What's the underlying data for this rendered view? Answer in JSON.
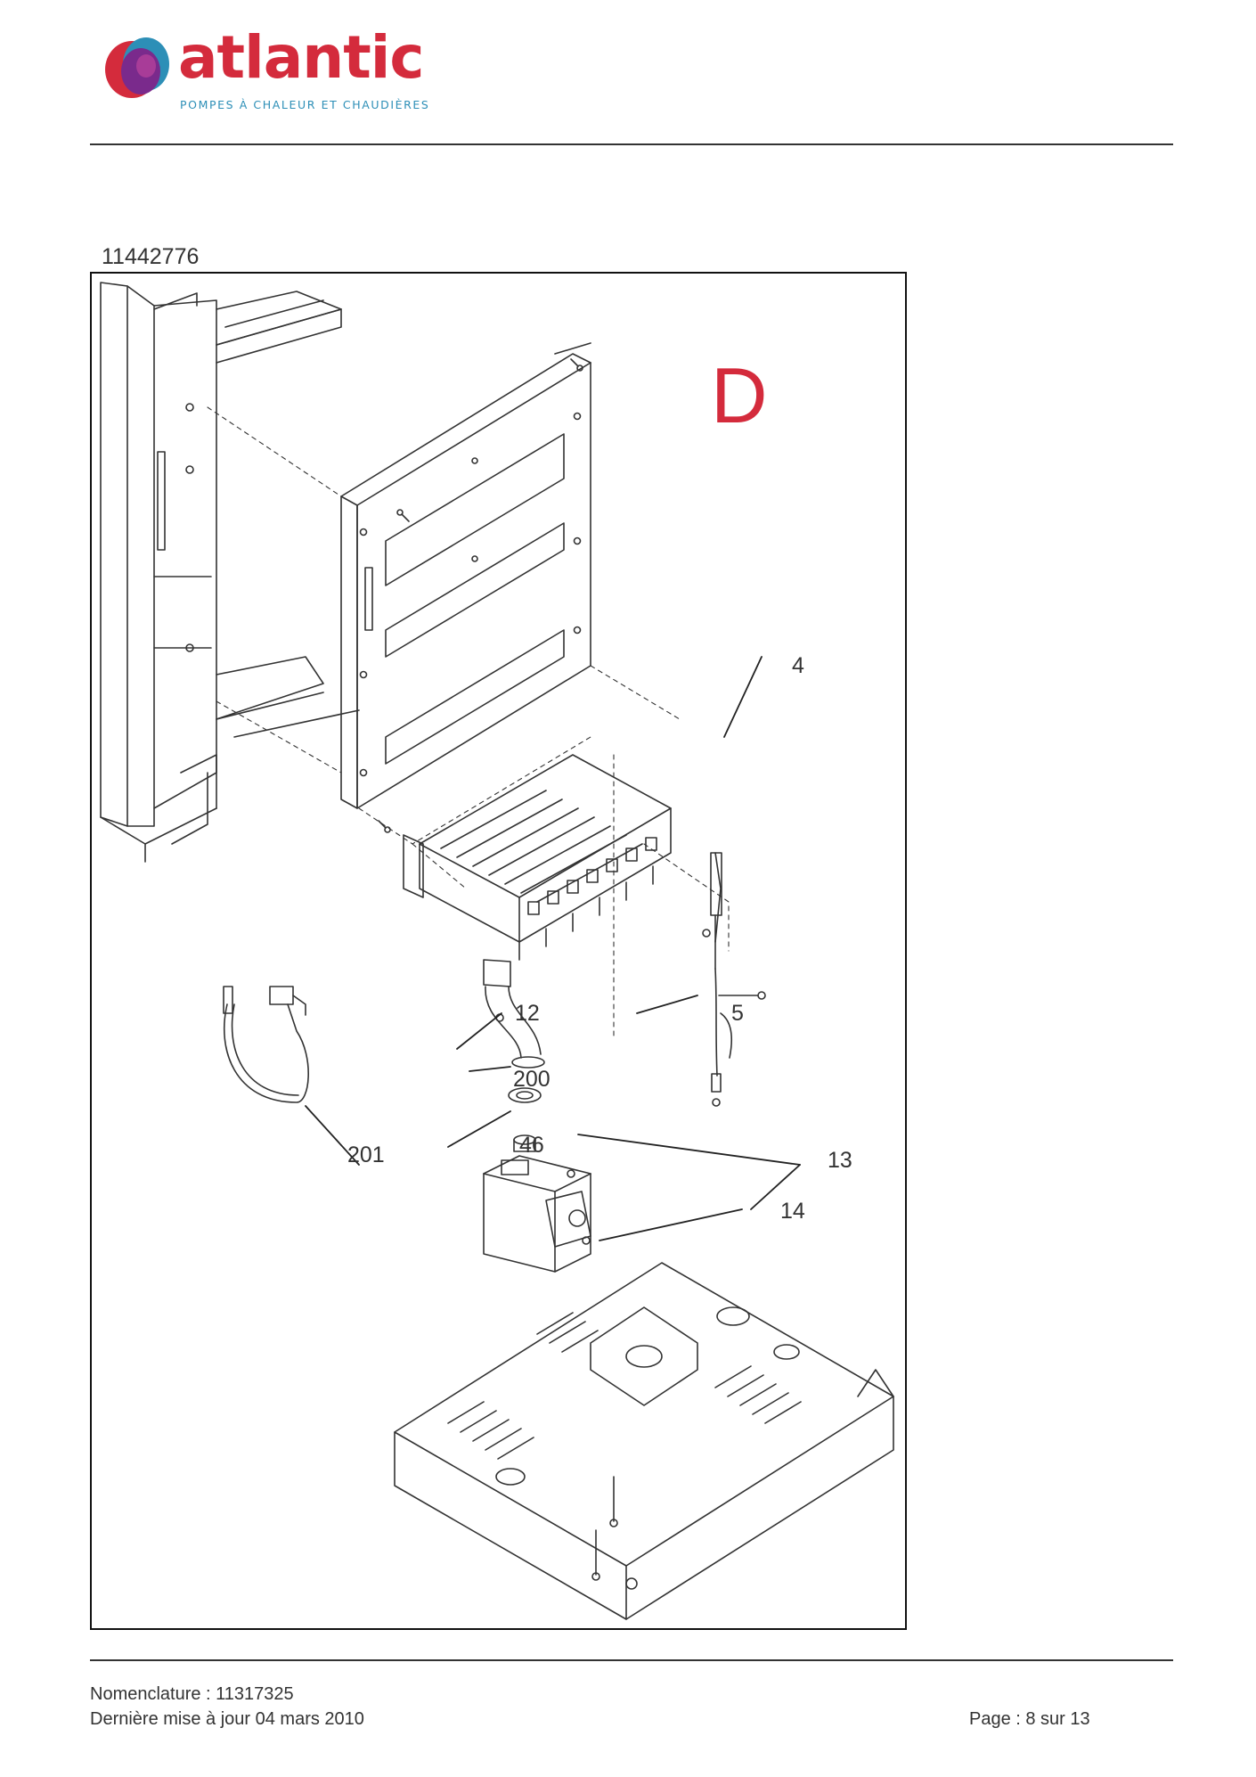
{
  "header": {
    "brand": "atlantic",
    "tagline": "POMPES À CHALEUR ET CHAUDIÈRES",
    "colors": {
      "brand_red": "#d42b3c",
      "brand_purple": "#7a2a8c",
      "brand_blue": "#2d8fb7"
    }
  },
  "document": {
    "reference": "11442776",
    "section": "D",
    "callouts": [
      "4",
      "5",
      "12",
      "13",
      "14",
      "46",
      "200",
      "201"
    ]
  },
  "footer": {
    "nomenclature": "Nomenclature : 11317325",
    "updated": "Dernière mise à jour 04 mars 2010",
    "page": "Page : 8 sur 13"
  }
}
